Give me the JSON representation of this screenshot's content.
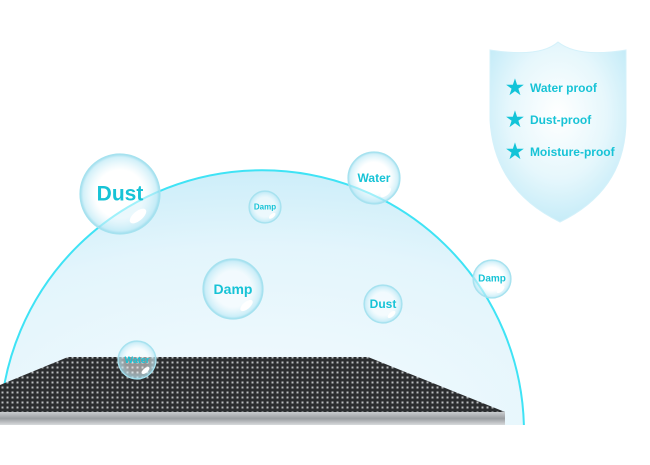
{
  "shield": {
    "features": [
      {
        "icon": "star-icon",
        "label": "Water proof"
      },
      {
        "icon": "star-icon",
        "label": "Dust-proof"
      },
      {
        "icon": "star-icon",
        "label": "Moisture-proof"
      }
    ]
  },
  "bubbles": [
    "Dust",
    "Damp",
    "Water",
    "Damp",
    "Dust",
    "Damp",
    "Water"
  ],
  "colors": {
    "accent": "#17c3d6",
    "dome_edge": "#3fe3f5",
    "dome_fill": "#dff4fb",
    "panel": "#2b2d2f"
  }
}
